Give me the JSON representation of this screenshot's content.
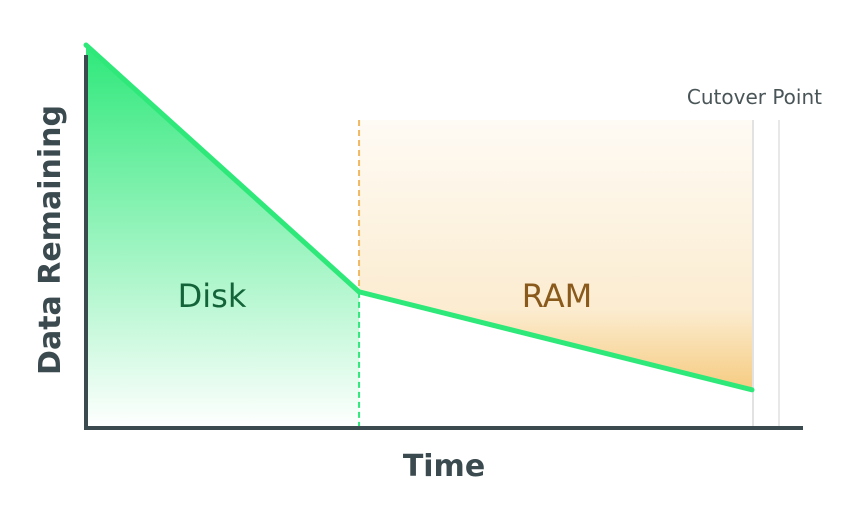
{
  "chart_data": {
    "type": "line",
    "xlabel": "Time",
    "ylabel": "Data Remaining",
    "grid": false,
    "legend": "none",
    "series": [
      {
        "points": [
          {
            "x": 0,
            "y": 100
          },
          {
            "x": 41,
            "y": 32
          },
          {
            "x": 100,
            "y": 5
          }
        ]
      }
    ],
    "xlim": [
      0,
      100
    ],
    "ylim": [
      0,
      100
    ],
    "regions": [
      {
        "label": "Disk",
        "x_start": 0,
        "x_end": 41,
        "color": "#1fbf5a",
        "fill_top": "#2ee87a"
      },
      {
        "label": "RAM",
        "x_start": 41,
        "x_end": 100,
        "color": "#8a5a1c",
        "fill_bottom": "#f5c97a"
      }
    ],
    "transition_x": 41,
    "cutover": {
      "label": "Cutover Point",
      "x": 100
    },
    "colors": {
      "line": "#2ee87a",
      "axis": "#3b4a4f",
      "disk_text": "#14643a",
      "ram_text": "#8a5a1c",
      "divider": "#f0b860"
    }
  }
}
